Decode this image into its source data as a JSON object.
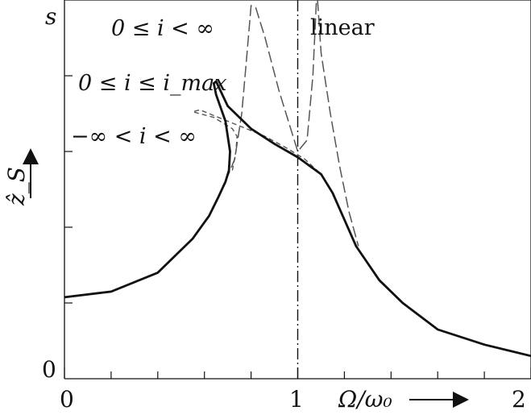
{
  "chart_data": {
    "type": "line",
    "title": "",
    "xlabel": "Ω/ω₀",
    "ylabel": "ẑ_S",
    "xlim": [
      0,
      2
    ],
    "ylim": [
      0,
      1
    ],
    "x_tick_labels": [
      {
        "value": 0,
        "label": "0"
      },
      {
        "value": 1,
        "label": "1"
      },
      {
        "value": 2,
        "label": "2"
      }
    ],
    "y_tick_labels": [
      {
        "value": 0,
        "label": "0"
      },
      {
        "value": 1,
        "label": "s"
      }
    ],
    "x_minor_ticks": [
      0.2,
      0.4,
      0.6,
      0.8,
      1.2,
      1.4,
      1.6,
      1.8
    ],
    "y_minor_ticks": [
      0.2,
      0.4,
      0.6,
      0.8
    ],
    "grid": false,
    "legend": "inline labels",
    "reference_line": {
      "x": 1.0,
      "style": "dash-dot"
    },
    "series": [
      {
        "name": "0 ≤ i ≤ i_max",
        "style": "solid-thick",
        "points": [
          [
            0.0,
            0.215
          ],
          [
            0.2,
            0.23
          ],
          [
            0.4,
            0.28
          ],
          [
            0.55,
            0.37
          ],
          [
            0.62,
            0.43
          ],
          [
            0.66,
            0.48
          ],
          [
            0.69,
            0.52
          ],
          [
            0.705,
            0.55
          ],
          [
            0.71,
            0.6
          ],
          [
            0.69,
            0.68
          ],
          [
            0.65,
            0.75
          ],
          [
            0.64,
            0.78
          ],
          [
            0.65,
            0.785
          ],
          [
            0.7,
            0.72
          ],
          [
            0.8,
            0.66
          ],
          [
            0.9,
            0.62
          ],
          [
            1.0,
            0.585
          ],
          [
            1.1,
            0.54
          ],
          [
            1.15,
            0.49
          ],
          [
            1.2,
            0.42
          ],
          [
            1.25,
            0.35
          ],
          [
            1.35,
            0.26
          ],
          [
            1.45,
            0.2
          ],
          [
            1.6,
            0.13
          ],
          [
            1.8,
            0.09
          ],
          [
            2.0,
            0.06
          ]
        ]
      },
      {
        "name": "0 ≤ i < ∞",
        "style": "dashed",
        "points": [
          [
            0.69,
            0.52
          ],
          [
            0.73,
            0.58
          ],
          [
            0.76,
            0.7
          ],
          [
            0.78,
            0.84
          ],
          [
            0.8,
            0.985
          ],
          [
            0.82,
            0.98
          ],
          [
            0.86,
            0.9
          ],
          [
            0.92,
            0.76
          ],
          [
            0.97,
            0.66
          ],
          [
            1.0,
            0.6
          ],
          [
            1.04,
            0.63
          ],
          [
            1.065,
            0.8
          ],
          [
            1.08,
            1.0
          ],
          [
            1.085,
            1.0
          ],
          [
            1.1,
            0.86
          ],
          [
            1.14,
            0.7
          ],
          [
            1.18,
            0.56
          ],
          [
            1.22,
            0.44
          ],
          [
            1.26,
            0.35
          ]
        ]
      },
      {
        "name": "−∞ < i < ∞",
        "style": "dashed-thin",
        "points": [
          [
            0.72,
            0.55
          ],
          [
            0.735,
            0.6
          ],
          [
            0.74,
            0.64
          ],
          [
            0.72,
            0.66
          ],
          [
            0.64,
            0.69
          ],
          [
            0.55,
            0.705
          ],
          [
            0.58,
            0.71
          ],
          [
            0.66,
            0.69
          ],
          [
            0.76,
            0.665
          ],
          [
            0.86,
            0.64
          ],
          [
            0.95,
            0.61
          ],
          [
            1.03,
            0.58
          ],
          [
            1.1,
            0.54
          ],
          [
            1.15,
            0.49
          ],
          [
            1.2,
            0.42
          ]
        ]
      }
    ]
  },
  "labels": {
    "y_top": "s",
    "y_zero": "0",
    "x_zero": "0",
    "x_one": "1",
    "x_two": "2",
    "ylabel": "ẑ_S",
    "xlabel": "Ω/ω₀",
    "linear": "linear",
    "curve_label_a": "0 ≤ i < ∞",
    "curve_label_b": "0 ≤ i ≤ i_max",
    "curve_label_c": "−∞ < i < ∞"
  }
}
